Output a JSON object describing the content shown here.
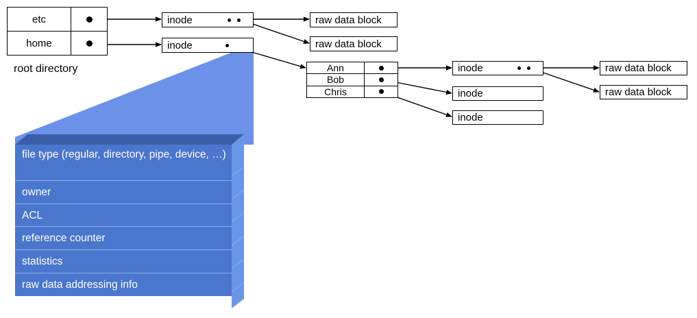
{
  "diagram": {
    "title": "unix-inode-filesystem-structure",
    "colors": {
      "panel_face": "#4a76cd",
      "panel_side": "#6b95e8",
      "panel_top": "#3a5ea8",
      "wedge": "#6b92e8",
      "line": "#000000",
      "text_on_panel": "#ffffff"
    }
  },
  "root_directory": {
    "caption": "root directory",
    "rows": [
      {
        "name": "etc",
        "pointer": "pointer-dot"
      },
      {
        "name": "home",
        "pointer": "pointer-dot"
      }
    ]
  },
  "inodes": {
    "etc_inode": {
      "label": "inode",
      "pointer_count": 2
    },
    "home_inode": {
      "label": "inode",
      "pointer_count": 1
    },
    "ann_inode": {
      "label": "inode",
      "pointer_count": 2
    },
    "bob_inode": {
      "label": "inode",
      "pointer_count": 0
    },
    "chris_inode": {
      "label": "inode",
      "pointer_count": 0
    }
  },
  "raw_data_blocks": {
    "etc_block_1": "raw data block",
    "etc_block_2": "raw data block",
    "ann_block_1": "raw data block",
    "ann_block_2": "raw data block"
  },
  "home_directory": {
    "rows": [
      {
        "name": "Ann",
        "pointer": "pointer-dot"
      },
      {
        "name": "Bob",
        "pointer": "pointer-dot"
      },
      {
        "name": "Chris",
        "pointer": "pointer-dot"
      }
    ]
  },
  "inode_detail_panel": {
    "fields": [
      "file type (regular, directory, pipe, device, …)",
      "owner",
      "ACL",
      "reference counter",
      "statistics",
      "raw data addressing info"
    ]
  }
}
